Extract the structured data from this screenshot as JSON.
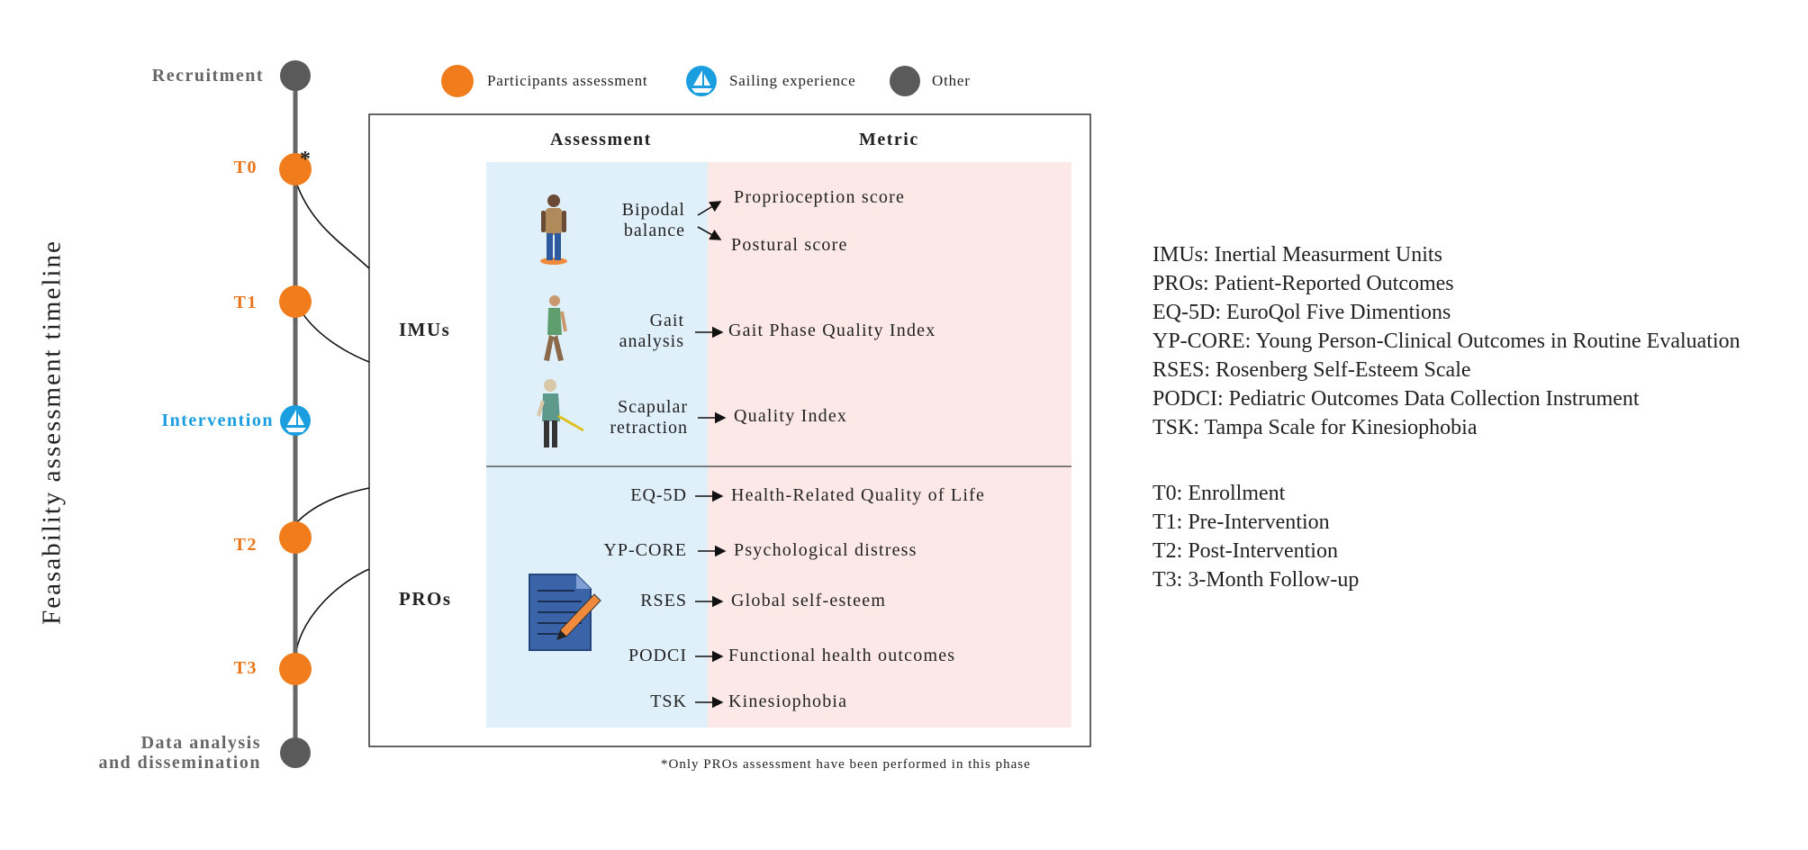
{
  "title": "Feasability assessment timeline",
  "timeline": {
    "recruitment": "Recruitment",
    "t0": "T0",
    "t0_asterisk": "*",
    "t1": "T1",
    "intervention": "Intervention",
    "t2": "T2",
    "t3": "T3",
    "data_analysis_line1": "Data analysis",
    "data_analysis_line2": "and dissemination"
  },
  "legend": {
    "participants": "Participants assessment",
    "sailing": "Sailing experience",
    "other": "Other"
  },
  "colors": {
    "orange": "#f07c1b",
    "blue": "#1a9ee0",
    "grey": "#5a5a5a",
    "assessment_bg": "#dff0fb",
    "metric_bg": "#fce9e7"
  },
  "table": {
    "header_assessment": "Assessment",
    "header_metric": "Metric",
    "imus": {
      "label": "IMUs",
      "bipodal_line1": "Bipodal",
      "bipodal_line2": "balance",
      "proprioception": "Proprioception score",
      "postural": "Postural score",
      "gait_line1": "Gait",
      "gait_line2": "analysis",
      "gait_metric": "Gait Phase Quality Index",
      "scapular_line1": "Scapular",
      "scapular_line2": "retraction",
      "scapular_metric": "Quality Index"
    },
    "pros": {
      "label": "PROs",
      "eq5d": "EQ-5D",
      "eq5d_metric": "Health-Related Quality of Life",
      "ypcore": "YP-CORE",
      "ypcore_metric": "Psychological distress",
      "rses": "RSES",
      "rses_metric": "Global self-esteem",
      "podci": "PODCI",
      "podci_metric": "Functional health outcomes",
      "tsk": "TSK",
      "tsk_metric": "Kinesiophobia"
    },
    "footnote": "*Only PROs assessment have been performed in this phase"
  },
  "abbreviations": {
    "imus": "IMUs: Inertial Measurment Units",
    "pros": "PROs: Patient-Reported Outcomes",
    "eq5d": "EQ-5D: EuroQol Five Dimentions",
    "ypcore": "YP-CORE: Young Person-Clinical Outcomes in Routine Evaluation",
    "rses": "RSES: Rosenberg Self-Esteem Scale",
    "podci": "PODCI: Pediatric Outcomes Data Collection Instrument",
    "tsk": "TSK: Tampa Scale for Kinesiophobia"
  },
  "phases": {
    "t0": "T0: Enrollment",
    "t1": "T1: Pre-Intervention",
    "t2": "T2: Post-Intervention",
    "t3": "T3: 3-Month Follow-up"
  }
}
